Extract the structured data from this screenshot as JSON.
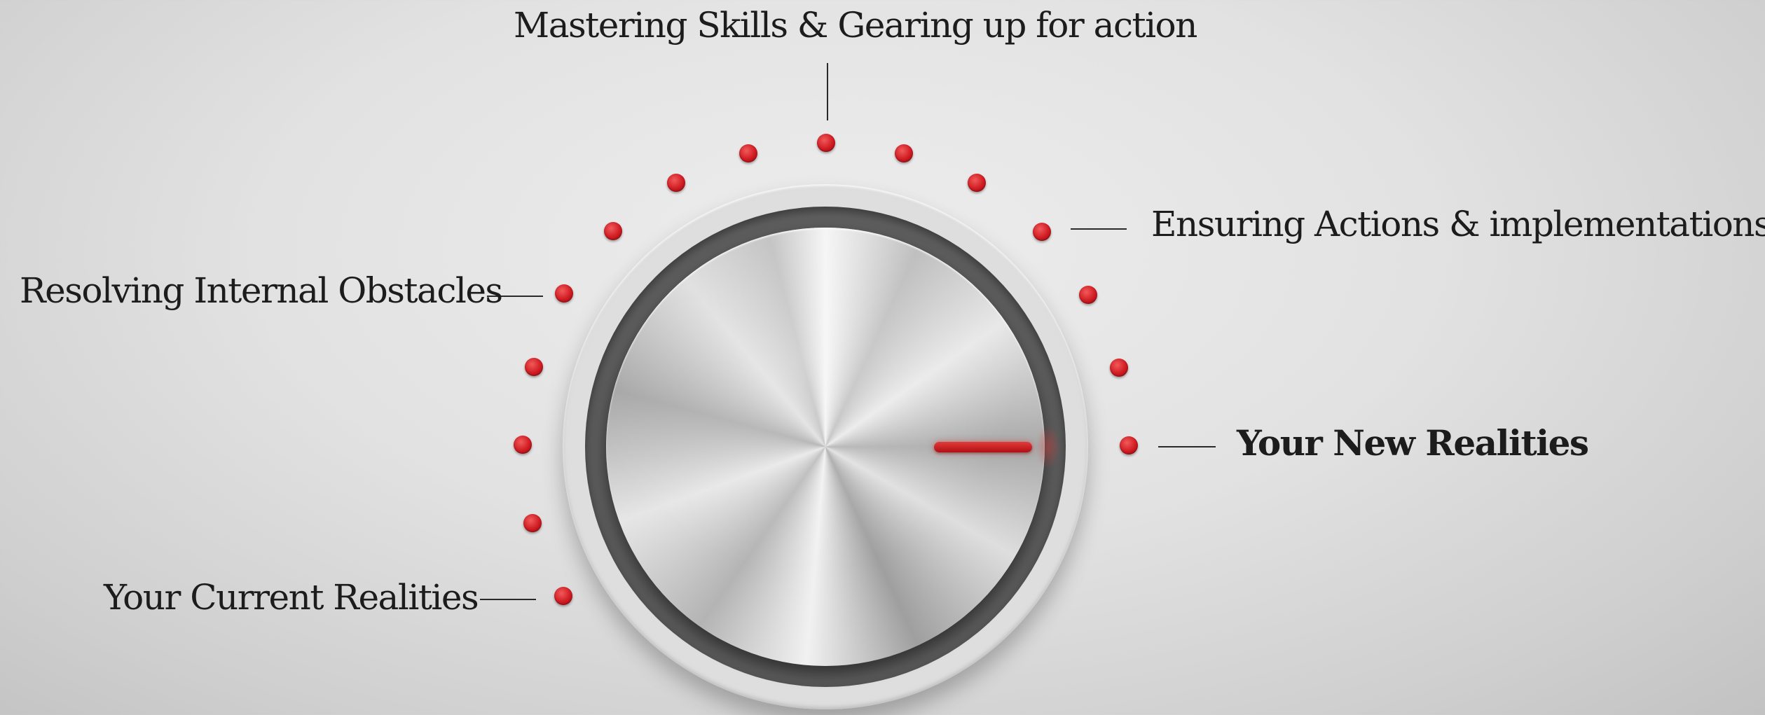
{
  "stages": [
    {
      "label": "Your Current Realities",
      "emphasis": false
    },
    {
      "label": "Resolving Internal Obstacles",
      "emphasis": false
    },
    {
      "label": "Mastering Skills & Gearing up for action",
      "emphasis": false
    },
    {
      "label": "Ensuring Actions & implementations",
      "emphasis": false
    },
    {
      "label": "Your New Realities",
      "emphasis": true
    }
  ],
  "dial": {
    "marker_count": 15,
    "selected_marker": "Your New Realities",
    "marker_color": "#cf1b22",
    "indicator_color": "#c8141b",
    "knob_style": "brushed-metal"
  }
}
